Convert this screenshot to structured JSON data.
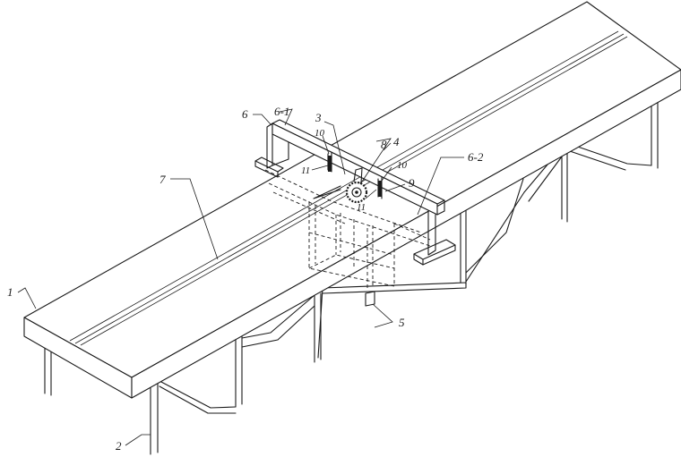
{
  "labels": {
    "table": "1",
    "leg": "2",
    "motor": "3",
    "blade": "4",
    "shaft": "5",
    "frame": "6",
    "frame_a": "6-1",
    "frame_b": "6-2",
    "rail": "7",
    "disc": "8",
    "spring": "9",
    "clamp_left": "10",
    "clamp_right": "10",
    "bolt_left": "11",
    "bolt_right": "11"
  }
}
